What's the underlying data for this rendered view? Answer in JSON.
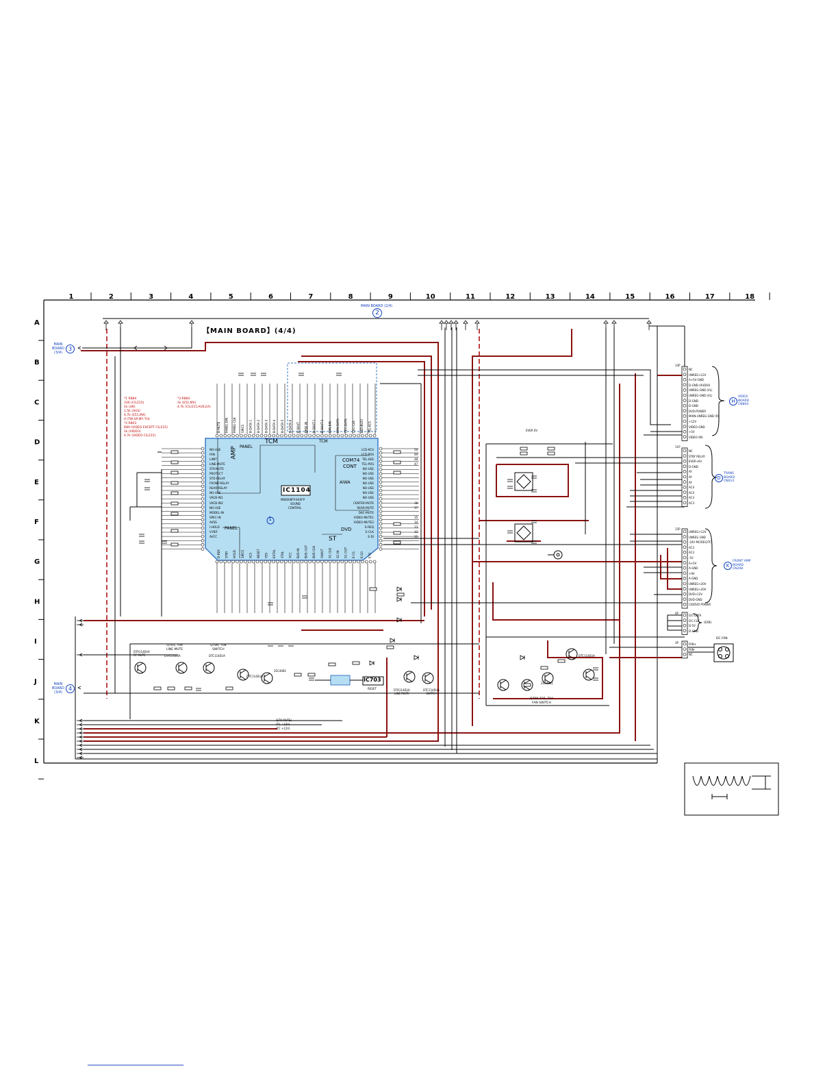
{
  "sheet": {
    "title": "【MAIN BOARD】(4/4)",
    "columns": [
      "1",
      "2",
      "3",
      "4",
      "5",
      "6",
      "7",
      "8",
      "9",
      "10",
      "11",
      "12",
      "13",
      "14",
      "15",
      "16",
      "17",
      "18"
    ],
    "rows": [
      "A",
      "B",
      "C",
      "D",
      "E",
      "F",
      "G",
      "H",
      "I",
      "J",
      "K",
      "L"
    ]
  },
  "colors": {
    "line": "#000000",
    "red_line": "#8b1010",
    "ic_fill": "#b6def2",
    "ic_border": "#3a78c8",
    "blue_text": "#1040c0",
    "red_text": "#c00000"
  },
  "connectors": {
    "top_ref": {
      "board": "MAIN BOARD (2/4)",
      "num": "2"
    },
    "left_b": {
      "board": "MAIN BOARD (3/4)",
      "num": "3"
    },
    "left_j": {
      "board": "MAIN BOARD (3/4)",
      "num": "4"
    },
    "video": {
      "letter": "H",
      "name": "VIDEO BOARD CN804"
    },
    "trans": {
      "letter": "D",
      "name": "TRANS BOARD CN614"
    },
    "frontamp": {
      "letter": "K",
      "name": "FRONT AMP BOARD CN208"
    },
    "dcfan": "DC FAN",
    "exb": "(EXB)"
  },
  "ic1104": {
    "name": "IC1104",
    "desc1": "M66009FP-XXXFP",
    "desc2": "SOUND",
    "desc3": "CONTROL",
    "label_panel": "PANEL",
    "label_tcm": "TCM",
    "label_tcm2": "TCM",
    "label_amp": "AMP",
    "label_com74": "COM74",
    "label_cont": "CONT",
    "label_aiwa": "AIWA",
    "label_panel2": "PANEL",
    "label_st": "ST",
    "label_dvd": "DVD",
    "marker": "1"
  },
  "ic703": {
    "name": "IC703",
    "reset": "RESET"
  },
  "left_pins": [
    "NO-USE",
    "FAN",
    "LIMIT",
    "LINE-MUTE",
    "STK-MUTE",
    "PROTECT",
    "STD-RELAY",
    "FRONT-RELAY",
    "REAR-RELAY",
    "NO-USE",
    "VACB-IN1",
    "VACB-IN2",
    "NO-USE",
    "MODEL-IN",
    "SPEC-IN",
    "AVSS",
    "I-HOLD",
    "V-REF",
    "AVCC"
  ],
  "right_pins": [
    "LCD-KCS",
    "LCD-POS",
    "TEL-KEE",
    "TEL-POS",
    "NO-USE",
    "NO-USE",
    "NO-USE",
    "NO-USE",
    "NO-USE",
    "NO-USE",
    "NO-USE",
    "CENTER-MUTE",
    "REAR-MUTE",
    "DAC-MUTE",
    "VIDEO-MUTE1",
    "VIDEO-MUTE2",
    "E-REQ",
    "E-CLK",
    "E-DI"
  ],
  "right_pin_nums": [
    "50",
    "49",
    "48",
    "47",
    "",
    "",
    "",
    "",
    "",
    "",
    "",
    "38",
    "37",
    "",
    "35",
    "34",
    "33",
    "32",
    "31"
  ],
  "top_pins": [
    "B-MUTE",
    "PANEL-DIN",
    "PANEL-CLK",
    "SIRCS",
    "B-DATA-1",
    "B-DATA-2",
    "B-DATA-3",
    "B-DATA-4",
    "B-DATA-5",
    "B-DATA-6",
    "B-SHUT",
    "BRID-IN",
    "B-SHUT-1",
    "B-SHUT-2",
    "FRN-BIN",
    "FRN-DATA",
    "CEC-DATA",
    "CEC-CLK",
    "LED-BUSY",
    "TEL-KCS"
  ],
  "bottom_pins": [
    "D-RDY",
    "STBY",
    "HOLD",
    "SIRCS",
    "XCS",
    "RESET",
    "VSS",
    "EXTAL",
    "XTAL",
    "VCC",
    "BUS-IN",
    "BUS-OUT",
    "BUS-CLK",
    "XWAIT",
    "SC-CLK",
    "SC-IN",
    "SC-OUT",
    "E-CS",
    "E-SO",
    "E-SI"
  ],
  "video_conn": {
    "ref": "14P",
    "pins": [
      "NC",
      "UNREG+12V",
      "A+5V-GND",
      "D-GND (AUDIO)",
      "UNREG-GND (VL)",
      "UNREG-GND (VL)",
      "D-GND",
      "D-GND",
      "DVD-POWER",
      "MAIN-UNREG-GND (R)",
      "+12V",
      "VIDEO-GND",
      "+5V",
      "VIDEO ON"
    ]
  },
  "trans_conn": {
    "ref": "11P",
    "pins": [
      "NC",
      "STBY RELAY",
      "EVER+6V",
      "D-GND",
      "AY",
      "AY",
      "AY",
      "AC4",
      "AC4",
      "AC3",
      "AC3"
    ]
  },
  "frontamp_conn": {
    "ref": "15P",
    "pins": [
      "UNREG+12V",
      "UNREG GND",
      "-24V MC/REG/TC",
      "AC3",
      "AC3",
      "-5V",
      "A+5V",
      "A-GND",
      "+9V",
      "A-GND",
      "UNREG+20V",
      "UNREG+20V",
      "DVD+12V",
      "DVD-GND",
      "CD/DVD POWER"
    ]
  },
  "exb_conn": {
    "ref": "4P",
    "pins": [
      "I2C-DATA",
      "I2C-CLK",
      "D-5V",
      "D-GND"
    ]
  },
  "fan_conn": {
    "ref": "3P",
    "pins": [
      "FAN+",
      "FAN-",
      "NC"
    ]
  },
  "notes_left": [
    "*1 R884",
    "330 (CS,E15)",
    "1k (UK)",
    "1.5k (AUS)",
    "4.7k (E51,MX)",
    "0 (TW,SP,MY,TH)",
    "*2 R803",
    "R80 (VIDEO EXCEPT CS,E15)",
    "1k (VIDEO)",
    "4.7k (VIDEO CS,E15)"
  ],
  "notes_right": [
    "*3 R884",
    "1k (E51,MX)",
    "4.7k (CS,E15,AUS,EA)"
  ],
  "transistor_labels": {
    "q1": "DTA114EUA",
    "q1b": "RF MUTE",
    "q2": "DTA114EUA",
    "q3": "DTC114EUA",
    "q703": "Q703, 706",
    "q703b": "LINE MUTE",
    "q706": "Q706, 708",
    "q706b": "SWITCH",
    "q4": "2SC4081",
    "q5": "DTC114EUA",
    "q6": "DTA114EUA",
    "q6b": "LINE MUTE",
    "q7": "DTC114EUA",
    "q7b": "SWITCH",
    "q8": "2SC4081",
    "q9": "DTC114EUA",
    "fanblock": "Q709-715, 71A",
    "fanblock2": "FAN SWITCH"
  },
  "bus_labels": [
    "(STK-MUTE)",
    "(TC +12V)",
    "(TC +12V)"
  ],
  "ever_label": "EVER 6V",
  "waveform_box": true
}
